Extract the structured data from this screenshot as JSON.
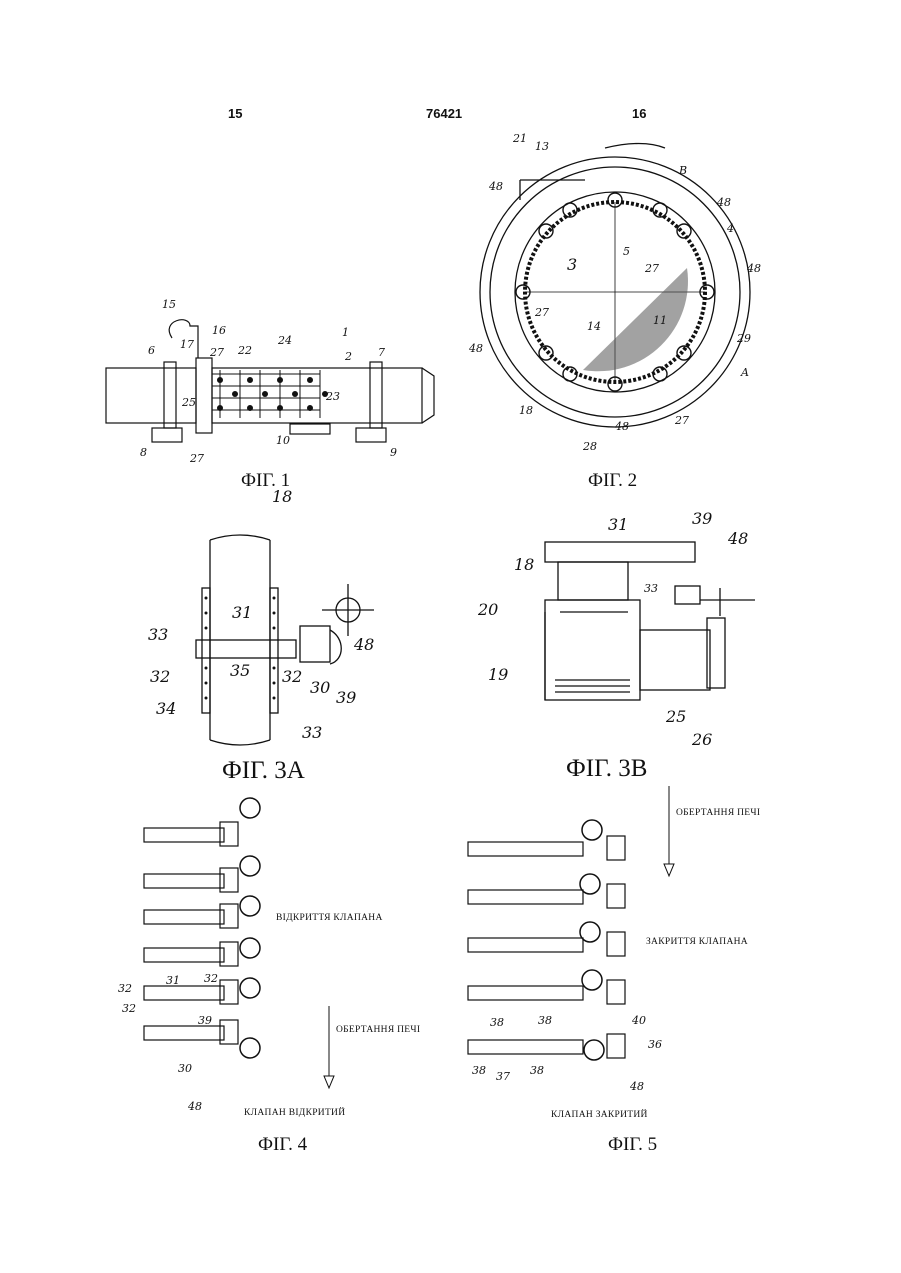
{
  "header": {
    "left_page": "15",
    "doc_number": "76421",
    "right_page": "16"
  },
  "figures": {
    "fig1": {
      "caption": "ФІГ. 1",
      "labels": [
        "15",
        "16",
        "17",
        "6",
        "27",
        "22",
        "24",
        "1",
        "2",
        "7",
        "25",
        "23",
        "8",
        "27",
        "10",
        "9"
      ]
    },
    "fig2": {
      "caption": "ФІГ. 2",
      "labels": [
        "13",
        "21",
        "B",
        "48",
        "48",
        "4",
        "5",
        "3",
        "27",
        "48",
        "27",
        "14",
        "11",
        "29",
        "48",
        "A",
        "18",
        "28",
        "48",
        "27"
      ]
    },
    "fig3a": {
      "caption": "ФІГ. 3A",
      "labels": [
        "18",
        "31",
        "33",
        "48",
        "32",
        "35",
        "32",
        "34",
        "30",
        "39",
        "33"
      ]
    },
    "fig3b": {
      "caption": "ФІГ. 3B",
      "labels": [
        "31",
        "39",
        "48",
        "18",
        "33",
        "20",
        "19",
        "25",
        "26"
      ]
    },
    "fig4": {
      "caption": "ФІГ. 4",
      "note_opening": "ВІДКРИТТЯ КЛАПАНА",
      "note_rotation": "ОБЕРТАННЯ ПЕЧІ",
      "note_state": "КЛАПАН ВІДКРИТИЙ",
      "labels": [
        "32",
        "31",
        "32",
        "32",
        "39",
        "30",
        "48"
      ]
    },
    "fig5": {
      "caption": "ФІГ. 5",
      "note_rotation": "ОБЕРТАННЯ ПЕЧІ",
      "note_closing": "ЗАКРИТТЯ КЛАПАНА",
      "note_state": "КЛАПАН ЗАКРИТИЙ",
      "labels": [
        "38",
        "38",
        "40",
        "36",
        "38",
        "37",
        "38",
        "48"
      ]
    }
  }
}
